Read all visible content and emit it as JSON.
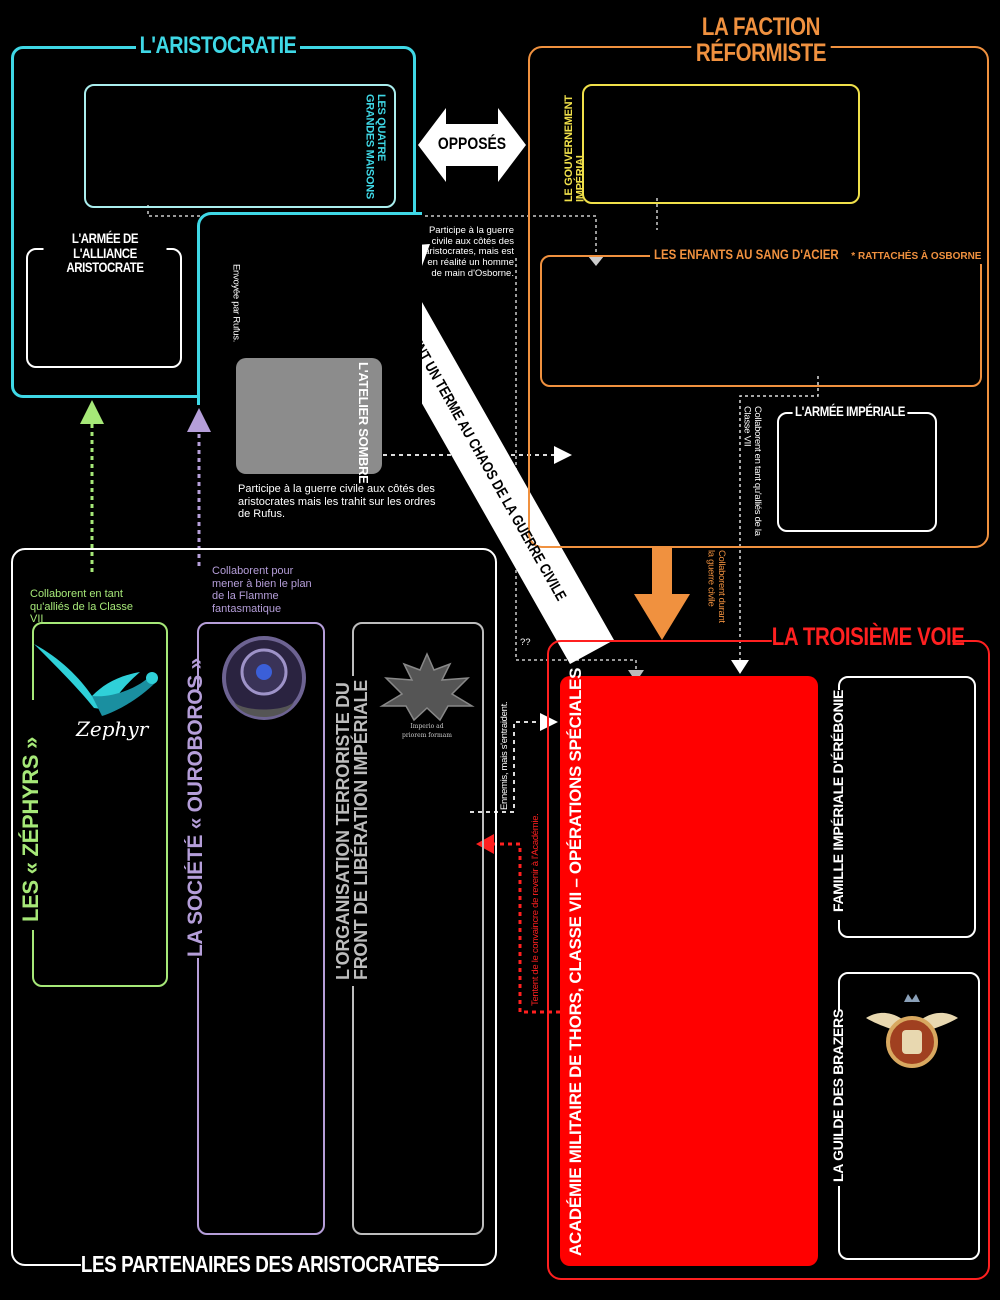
{
  "colors": {
    "aristocratie": "#3fd8e6",
    "reformiste": "#f0913f",
    "gouvernement": "#f0e04a",
    "troisieme": "#ff2020",
    "academie": "#ff0000",
    "zephyrs": "#a6e878",
    "ouroboros": "#b59ed9",
    "liberation": "#bdbdbd",
    "atelier": "#8c8c8c",
    "white": "#ffffff"
  },
  "aristocratie": {
    "title": "L'ARISTOCRATIE",
    "grandes_maisons": "LES QUATRE GRANDES MAISONS",
    "armee_alliance": "L'ARMÉE DE L'ALLIANCE ARISTOCRATE"
  },
  "reformiste": {
    "title_line1": "LA FACTION",
    "title_line2": "RÉFORMISTE",
    "gouvernement": "LE GOUVERNEMENT IMPÉRIAL",
    "enfants": "LES ENFANTS AU SANG D'ACIER",
    "enfants_note": "* RATTACHÉS À OSBORNE",
    "armee_imperiale": "L'ARMÉE IMPÉRIALE"
  },
  "opposes": "OPPOSÉS",
  "atelier": {
    "title": "L'ATELIER SOMBRE",
    "note": "Participe à la guerre civile aux côtés des aristocrates mais les trahit sur les ordres de Rufus.",
    "envoyee": "Envoyée par Rufus."
  },
  "notes": {
    "enfants_participe": "Participe à la guerre civile aux côtés des aristocrates, mais est en réalité un homme de main d'Osborne.",
    "armee_collaborent": "Collaborent en tant qu'alliés de la Classe VII",
    "reformiste_collaborent": "Collaborent durant la guerre civile",
    "ennemis": "Ennemis, mais s'entraident.",
    "question": "??",
    "tentent": "Tentent de le convaincre de revenir à l'Académie.",
    "zephyrs_collaborent": "Collaborent en tant qu'alliés de la Classe VII",
    "ouroboros_collaborent": "Collaborent pour mener à bien le plan de la Flamme fantasmatique"
  },
  "big_arrow": "METTENT UN TERME AU CHAOS DE LA GUERRE CIVILE",
  "partenaires": {
    "title": "LES PARTENAIRES DES ARISTOCRATES",
    "zephyrs": "LES « ZÉPHYRS »",
    "zephyrs_logo_text": "Zephyr",
    "ouroboros": "LA SOCIÉTÉ « OUROBOROS »",
    "liberation_line1": "L'ORGANISATION TERRORISTE DU",
    "liberation_line2": "FRONT DE LIBÉRATION IMPÉRIALE",
    "liberation_logo_line1": "Imperio ad",
    "liberation_logo_line2": "priorem formam"
  },
  "troisieme": {
    "title": "LA TROISIÈME VOIE",
    "academie": "ACADÉMIE MILITAIRE DE THORS, CLASSE VII – OPÉRATIONS SPÉCIALES",
    "famille": "FAMILLE IMPÉRIALE D'ÉRÉBONIE",
    "guilde": "LA GUILDE DES BRAZERS"
  }
}
